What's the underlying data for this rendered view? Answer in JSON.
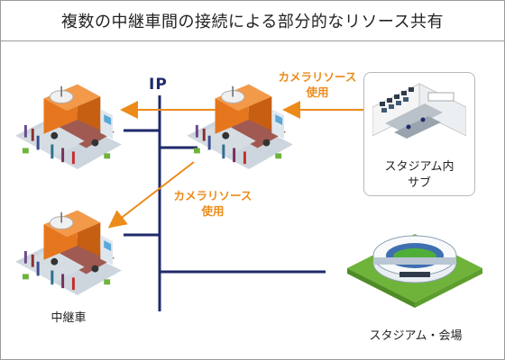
{
  "title": "複数の中継車間の接続による部分的なリソース共有",
  "network_label": "IP",
  "arrow_label_top": [
    "カメラリソース",
    "使用"
  ],
  "arrow_label_mid": [
    "カメラリソース",
    "使用"
  ],
  "sub_label": [
    "スタジアム内",
    "サブ"
  ],
  "van_label": "中継車",
  "venue_label": "スタジアム・会場",
  "colors": {
    "network": "#1f2a6b",
    "arrow": "#ec8b1a",
    "van": "#e6761e",
    "road": "#a05a52",
    "grass": "#6fb33a"
  }
}
